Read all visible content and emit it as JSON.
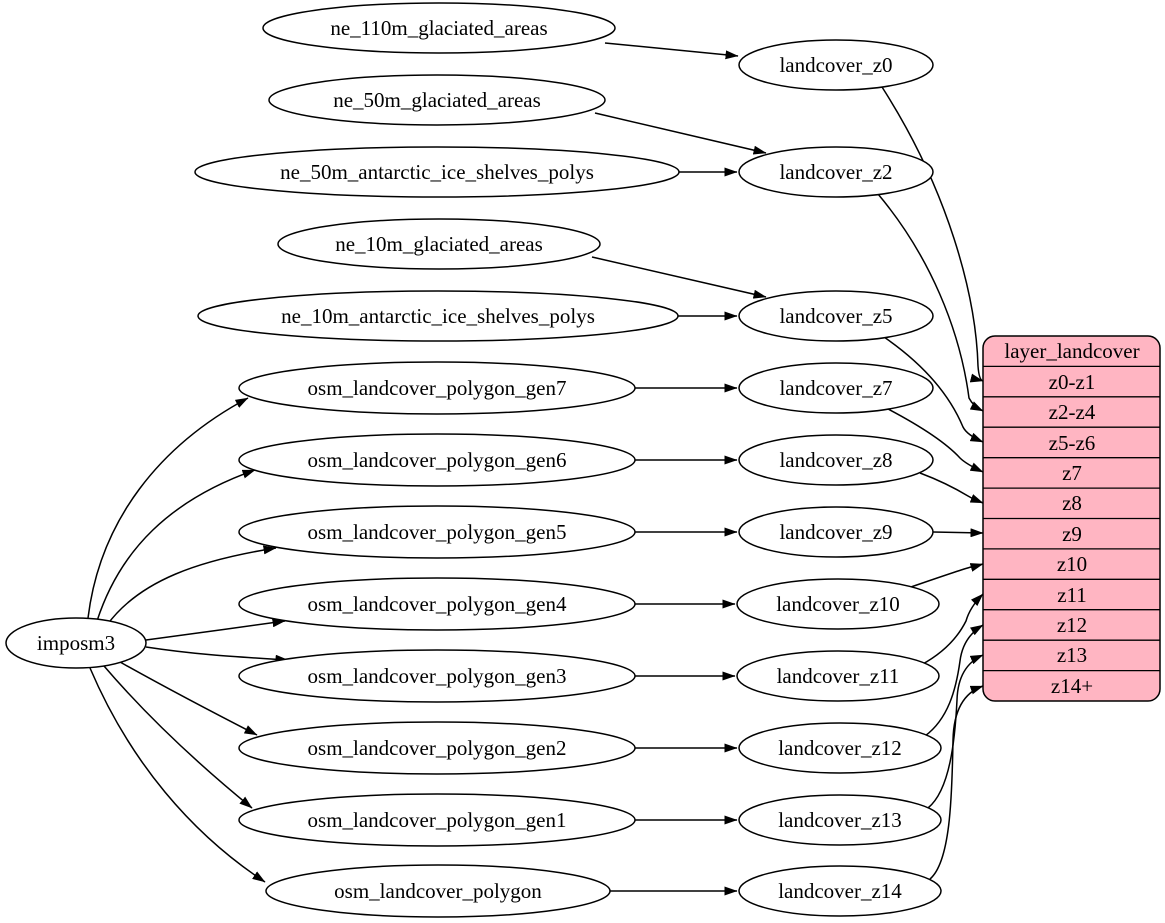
{
  "diagram": {
    "type": "dependency-graph",
    "background": "#ffffff",
    "node_fill": "#ffffff",
    "node_stroke": "#000000",
    "edge_color": "#000000",
    "table_fill": "#ffb5c2",
    "table_stroke": "#000000"
  },
  "nodes": {
    "imposm3": "imposm3",
    "ne_110m_glaciated_areas": "ne_110m_glaciated_areas",
    "ne_50m_glaciated_areas": "ne_50m_glaciated_areas",
    "ne_50m_antarctic_ice_shelves_polys": "ne_50m_antarctic_ice_shelves_polys",
    "ne_10m_glaciated_areas": "ne_10m_glaciated_areas",
    "ne_10m_antarctic_ice_shelves_polys": "ne_10m_antarctic_ice_shelves_polys",
    "osm_landcover_polygon_gen7": "osm_landcover_polygon_gen7",
    "osm_landcover_polygon_gen6": "osm_landcover_polygon_gen6",
    "osm_landcover_polygon_gen5": "osm_landcover_polygon_gen5",
    "osm_landcover_polygon_gen4": "osm_landcover_polygon_gen4",
    "osm_landcover_polygon_gen3": "osm_landcover_polygon_gen3",
    "osm_landcover_polygon_gen2": "osm_landcover_polygon_gen2",
    "osm_landcover_polygon_gen1": "osm_landcover_polygon_gen1",
    "osm_landcover_polygon": "osm_landcover_polygon",
    "landcover_z0": "landcover_z0",
    "landcover_z2": "landcover_z2",
    "landcover_z5": "landcover_z5",
    "landcover_z7": "landcover_z7",
    "landcover_z8": "landcover_z8",
    "landcover_z9": "landcover_z9",
    "landcover_z10": "landcover_z10",
    "landcover_z11": "landcover_z11",
    "landcover_z12": "landcover_z12",
    "landcover_z13": "landcover_z13",
    "landcover_z14": "landcover_z14"
  },
  "table": {
    "title": "layer_landcover",
    "rows": [
      "z0-z1",
      "z2-z4",
      "z5-z6",
      "z7",
      "z8",
      "z9",
      "z10",
      "z11",
      "z12",
      "z13",
      "z14+"
    ]
  },
  "edges": [
    {
      "from": "imposm3",
      "to": "osm_landcover_polygon_gen7"
    },
    {
      "from": "imposm3",
      "to": "osm_landcover_polygon_gen6"
    },
    {
      "from": "imposm3",
      "to": "osm_landcover_polygon_gen5"
    },
    {
      "from": "imposm3",
      "to": "osm_landcover_polygon_gen4"
    },
    {
      "from": "imposm3",
      "to": "osm_landcover_polygon_gen3"
    },
    {
      "from": "imposm3",
      "to": "osm_landcover_polygon_gen2"
    },
    {
      "from": "imposm3",
      "to": "osm_landcover_polygon_gen1"
    },
    {
      "from": "imposm3",
      "to": "osm_landcover_polygon"
    },
    {
      "from": "ne_110m_glaciated_areas",
      "to": "landcover_z0"
    },
    {
      "from": "ne_50m_glaciated_areas",
      "to": "landcover_z2"
    },
    {
      "from": "ne_50m_antarctic_ice_shelves_polys",
      "to": "landcover_z2"
    },
    {
      "from": "ne_10m_glaciated_areas",
      "to": "landcover_z5"
    },
    {
      "from": "ne_10m_antarctic_ice_shelves_polys",
      "to": "landcover_z5"
    },
    {
      "from": "osm_landcover_polygon_gen7",
      "to": "landcover_z7"
    },
    {
      "from": "osm_landcover_polygon_gen6",
      "to": "landcover_z8"
    },
    {
      "from": "osm_landcover_polygon_gen5",
      "to": "landcover_z9"
    },
    {
      "from": "osm_landcover_polygon_gen4",
      "to": "landcover_z10"
    },
    {
      "from": "osm_landcover_polygon_gen3",
      "to": "landcover_z11"
    },
    {
      "from": "osm_landcover_polygon_gen2",
      "to": "landcover_z12"
    },
    {
      "from": "osm_landcover_polygon_gen1",
      "to": "landcover_z13"
    },
    {
      "from": "osm_landcover_polygon",
      "to": "landcover_z14"
    },
    {
      "from": "landcover_z0",
      "to": "layer_landcover:z0-z1"
    },
    {
      "from": "landcover_z2",
      "to": "layer_landcover:z2-z4"
    },
    {
      "from": "landcover_z5",
      "to": "layer_landcover:z5-z6"
    },
    {
      "from": "landcover_z7",
      "to": "layer_landcover:z7"
    },
    {
      "from": "landcover_z8",
      "to": "layer_landcover:z8"
    },
    {
      "from": "landcover_z9",
      "to": "layer_landcover:z9"
    },
    {
      "from": "landcover_z10",
      "to": "layer_landcover:z10"
    },
    {
      "from": "landcover_z11",
      "to": "layer_landcover:z11"
    },
    {
      "from": "landcover_z12",
      "to": "layer_landcover:z12"
    },
    {
      "from": "landcover_z13",
      "to": "layer_landcover:z13"
    },
    {
      "from": "landcover_z14",
      "to": "layer_landcover:z14+"
    }
  ]
}
